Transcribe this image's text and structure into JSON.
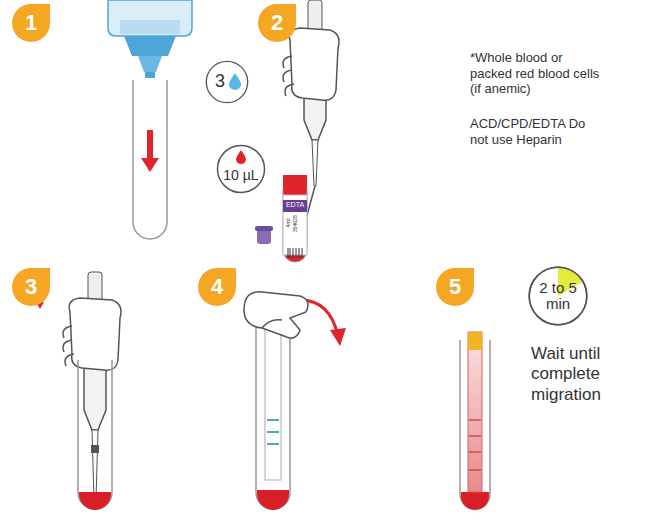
{
  "diagram": {
    "nodes": [
      {
        "text": [
          "1"
        ]
      },
      {
        "text": [
          "3"
        ]
      },
      {
        "text": [
          "2"
        ]
      },
      {
        "text": [
          "10 µL"
        ]
      },
      {
        "text": [
          "3"
        ]
      },
      {
        "text": [
          "4"
        ]
      },
      {
        "text": [
          "5"
        ]
      },
      {
        "text": [
          "2 to 5 min"
        ]
      }
    ],
    "labels": [
      "*Whole blood or packed red blood cells (if anemic)",
      "ACD/CPD/EDTA Do not use Heparin",
      "EDTA",
      "4ml",
      "354628",
      "Wait until complete migration"
    ]
  }
}
